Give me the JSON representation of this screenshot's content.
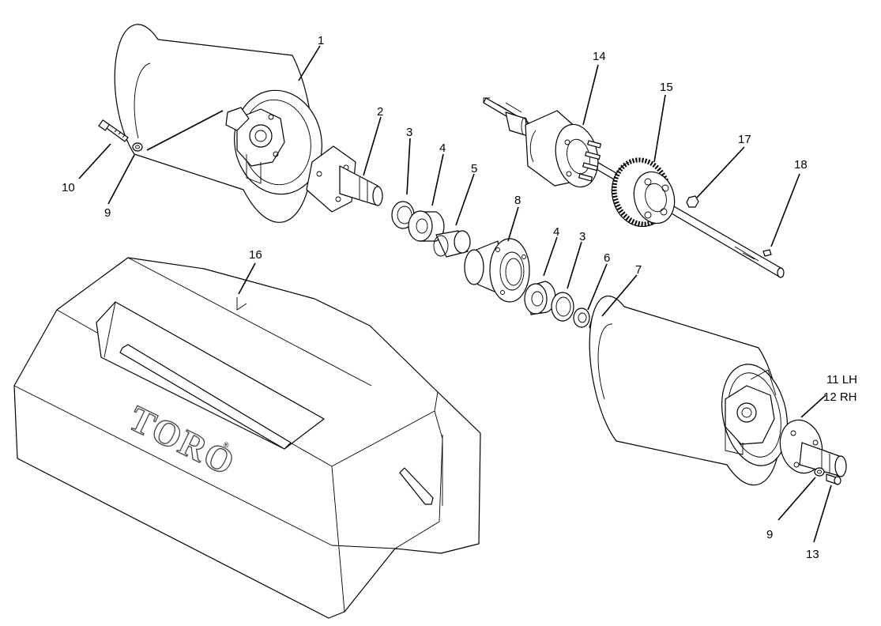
{
  "callouts": [
    {
      "id": "c1",
      "text": "1"
    },
    {
      "id": "c2",
      "text": "2"
    },
    {
      "id": "c3a",
      "text": "3"
    },
    {
      "id": "c3b",
      "text": "3"
    },
    {
      "id": "c4a",
      "text": "4"
    },
    {
      "id": "c4b",
      "text": "4"
    },
    {
      "id": "c5",
      "text": "5"
    },
    {
      "id": "c6",
      "text": "6"
    },
    {
      "id": "c7",
      "text": "7"
    },
    {
      "id": "c8",
      "text": "8"
    },
    {
      "id": "c9a",
      "text": "9"
    },
    {
      "id": "c9b",
      "text": "9"
    },
    {
      "id": "c10",
      "text": "10"
    },
    {
      "id": "c11",
      "text": "11 LH"
    },
    {
      "id": "c12",
      "text": "12 RH"
    },
    {
      "id": "c13",
      "text": "13"
    },
    {
      "id": "c14",
      "text": "14"
    },
    {
      "id": "c15",
      "text": "15"
    },
    {
      "id": "c16",
      "text": "16"
    },
    {
      "id": "c17",
      "text": "17"
    },
    {
      "id": "c18",
      "text": "18"
    }
  ],
  "brand": {
    "logo_text": "TORO",
    "registered_mark": "®"
  }
}
